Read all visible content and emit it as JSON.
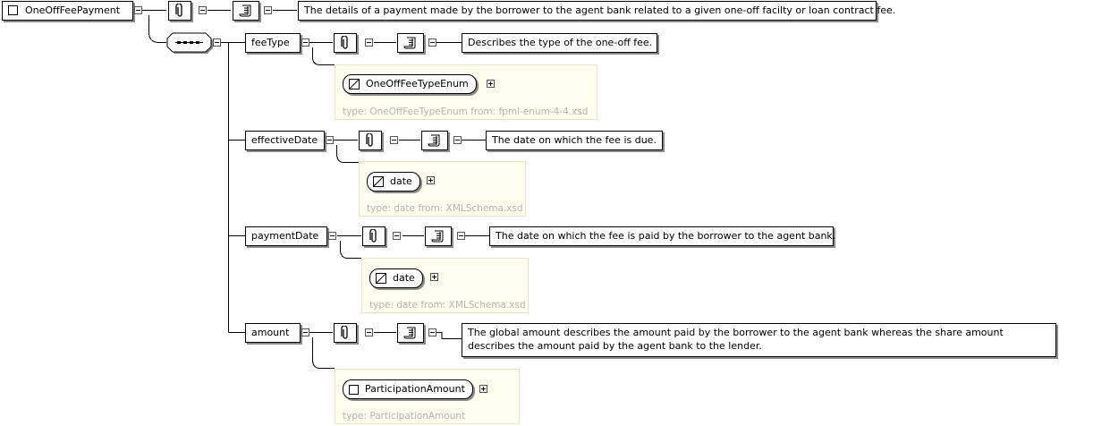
{
  "root": {
    "name": "OneOffFeePayment",
    "annotation": "The details of a payment made by the borrower to the agent bank related to a given one-off facilty or loan contract fee."
  },
  "children": [
    {
      "name": "feeType",
      "annotation": "Describes the type of the one-off fee.",
      "type_name": "OneOffFeeTypeEnum",
      "type_kind": "simple",
      "type_info": "type: OneOffFeeTypeEnum from: fpml-enum-4-4.xsd"
    },
    {
      "name": "effectiveDate",
      "annotation": "The date on which the fee is due.",
      "type_name": "date",
      "type_kind": "simple",
      "type_info": "type: date from: XMLSchema.xsd"
    },
    {
      "name": "paymentDate",
      "annotation": "The date on which the fee is paid by the borrower to the agent bank.",
      "type_name": "date",
      "type_kind": "simple",
      "type_info": "type: date from: XMLSchema.xsd"
    },
    {
      "name": "amount",
      "annotation": "The global amount describes the amount paid by the borrower to the agent bank whereas the share amount describes the amount paid by the agent bank to the lender.",
      "type_name": "ParticipationAmount",
      "type_kind": "complex",
      "type_info": "type: ParticipationAmount"
    }
  ],
  "icons": {
    "appinfo": "paperclip-icon",
    "documentation": "scroll-icon",
    "sequence": "sequence-compositor-icon",
    "simple_type": "simple-type-icon",
    "complex_type": "complex-type-icon"
  },
  "colors": {
    "line": "#000000",
    "type_box_bg": "#fffff0",
    "type_box_text": "#b4b4b4",
    "shadow": "#8c8c8c"
  }
}
